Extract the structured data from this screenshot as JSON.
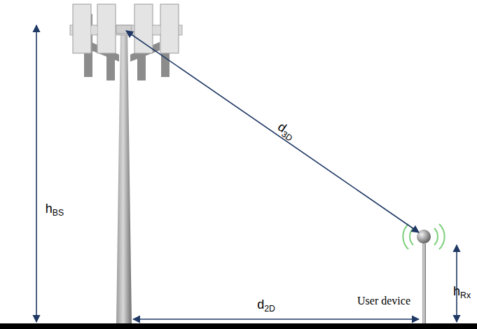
{
  "diagram": {
    "labels": [
      "hBS",
      "d3D",
      "d2D",
      "User device",
      "hRx"
    ]
  }
}
